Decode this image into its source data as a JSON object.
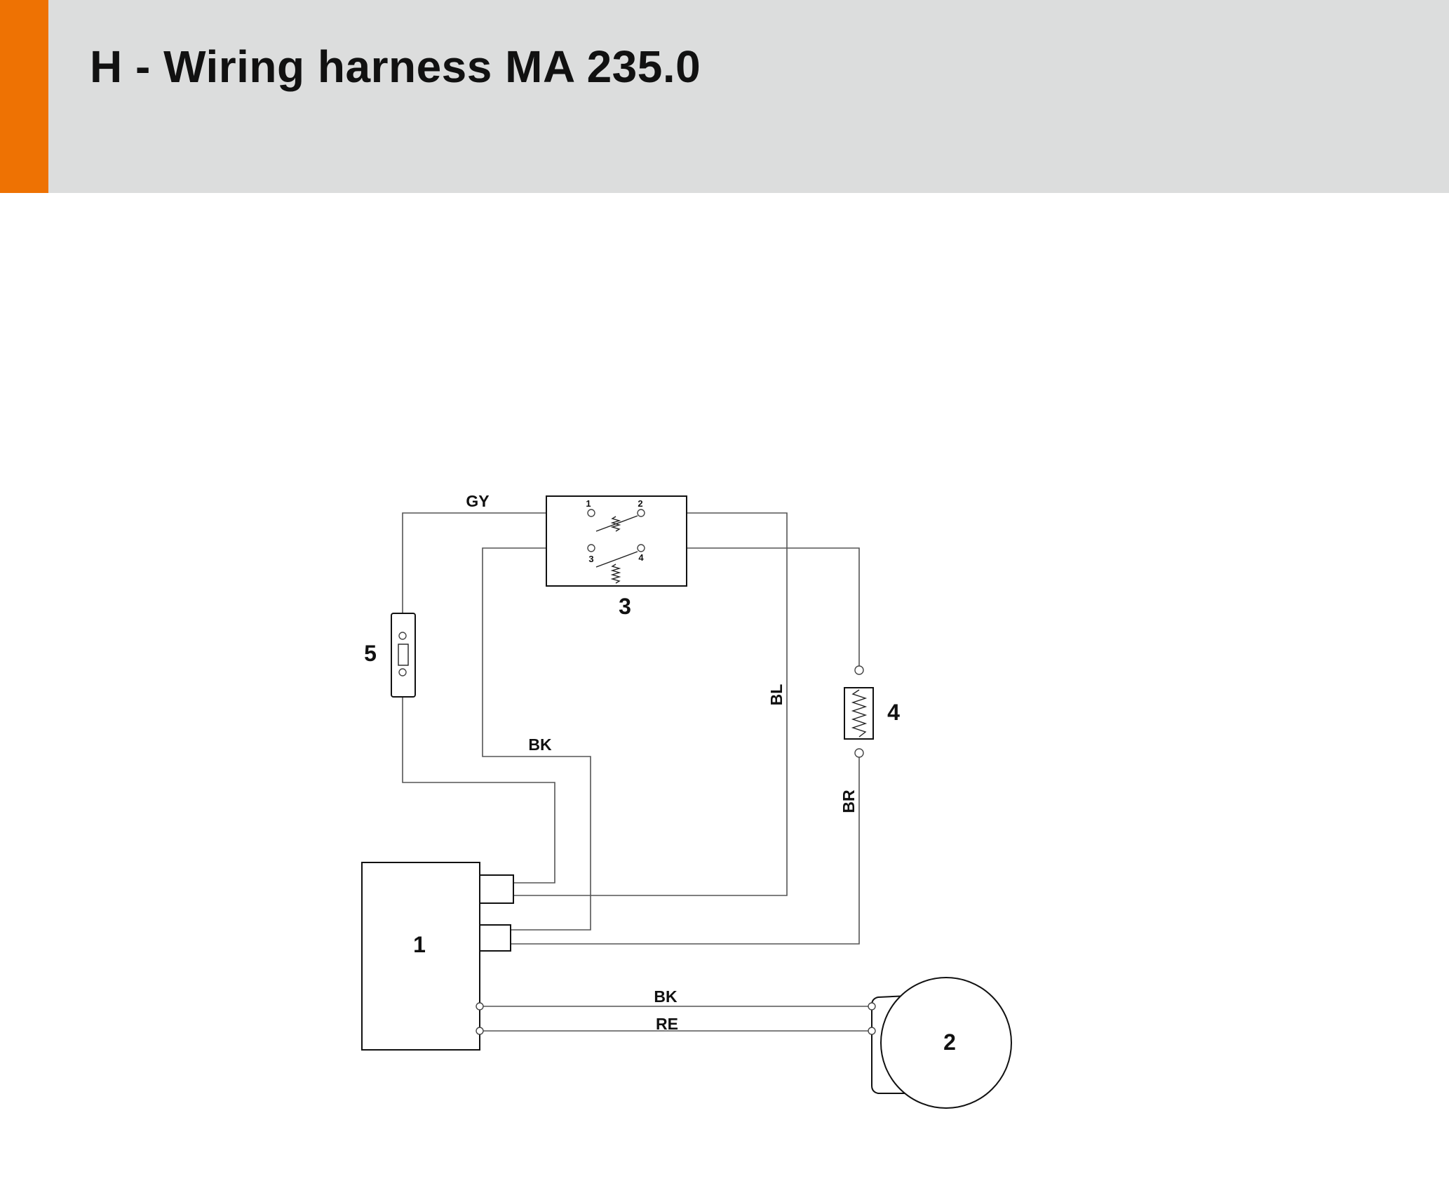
{
  "header": {
    "title": "H - Wiring harness MA 235.0",
    "accent_color": "#ee7203",
    "background_color": "#dcdddd"
  },
  "diagram": {
    "components": [
      {
        "id": "1"
      },
      {
        "id": "2"
      },
      {
        "id": "3"
      },
      {
        "id": "4"
      },
      {
        "id": "5"
      }
    ],
    "switch_pins": [
      "1",
      "2",
      "3",
      "4"
    ],
    "wires": [
      {
        "label": "GY"
      },
      {
        "label": "BK"
      },
      {
        "label": "BL"
      },
      {
        "label": "BR"
      },
      {
        "label": "BK"
      },
      {
        "label": "RE"
      }
    ]
  }
}
